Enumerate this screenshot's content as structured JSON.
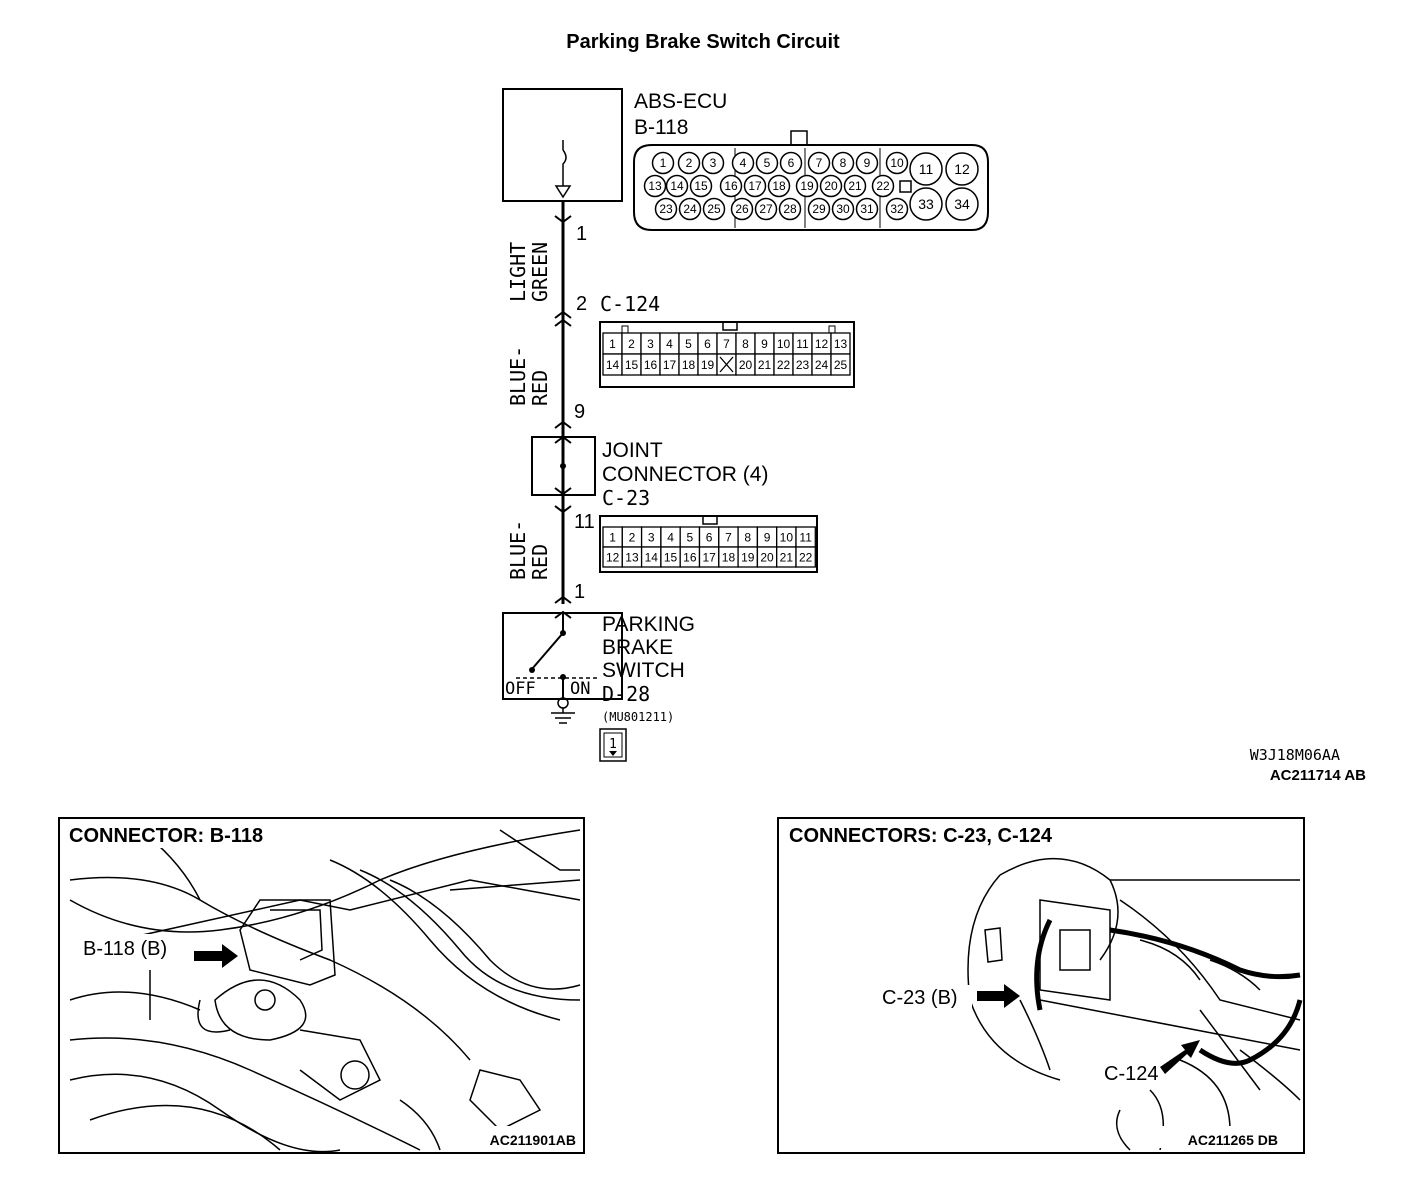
{
  "title": "Parking Brake Switch Circuit",
  "ecu": {
    "name": "ABS-ECU",
    "code": "B-118",
    "pins_top": [
      "1",
      "2",
      "3",
      "4",
      "5",
      "6",
      "7",
      "8",
      "9",
      "10",
      "11",
      "12"
    ],
    "pins_mid": [
      "13",
      "14",
      "15",
      "16",
      "17",
      "18",
      "19",
      "20",
      "21",
      "22"
    ],
    "pins_bot": [
      "23",
      "24",
      "25",
      "26",
      "27",
      "28",
      "29",
      "30",
      "31",
      "32",
      "33",
      "34"
    ]
  },
  "wire1": {
    "color_line1": "LIGHT",
    "color_line2": "GREEN",
    "pin_top": "1",
    "pin_bottom": "2"
  },
  "c124": {
    "code": "C-124",
    "row1": [
      "1",
      "2",
      "3",
      "4",
      "5",
      "6",
      "7",
      "8",
      "9",
      "10",
      "11",
      "12",
      "13"
    ],
    "row2": [
      "14",
      "15",
      "16",
      "17",
      "18",
      "19",
      "",
      "20",
      "21",
      "22",
      "23",
      "24",
      "25"
    ]
  },
  "wire2": {
    "color_line1": "BLUE-",
    "color_line2": "RED",
    "pin_bottom": "9"
  },
  "joint": {
    "line1": "JOINT",
    "line2": "CONNECTOR (4)",
    "code": "C-23"
  },
  "c23": {
    "pin_top": "11",
    "row1": [
      "1",
      "2",
      "3",
      "4",
      "5",
      "6",
      "7",
      "8",
      "9",
      "10",
      "11"
    ],
    "row2": [
      "12",
      "13",
      "14",
      "15",
      "16",
      "17",
      "18",
      "19",
      "20",
      "21",
      "22"
    ]
  },
  "wire3": {
    "color_line1": "BLUE-",
    "color_line2": "RED",
    "pin_bottom": "1"
  },
  "switch": {
    "line1": "PARKING",
    "line2": "BRAKE",
    "line3": "SWITCH",
    "code": "D-28",
    "part": "(MU801211)",
    "off_label": "OFF",
    "on_label": "ON",
    "pin": "1"
  },
  "ref1": "W3J18M06AA",
  "ref2": "AC211714 AB",
  "panel_left": {
    "title": "CONNECTOR: B-118",
    "callout": "B-118 (B)",
    "ref": "AC211901AB"
  },
  "panel_right": {
    "title": "CONNECTORS: C-23, C-124",
    "callout1": "C-23 (B)",
    "callout2": "C-124",
    "ref": "AC211265 DB"
  }
}
